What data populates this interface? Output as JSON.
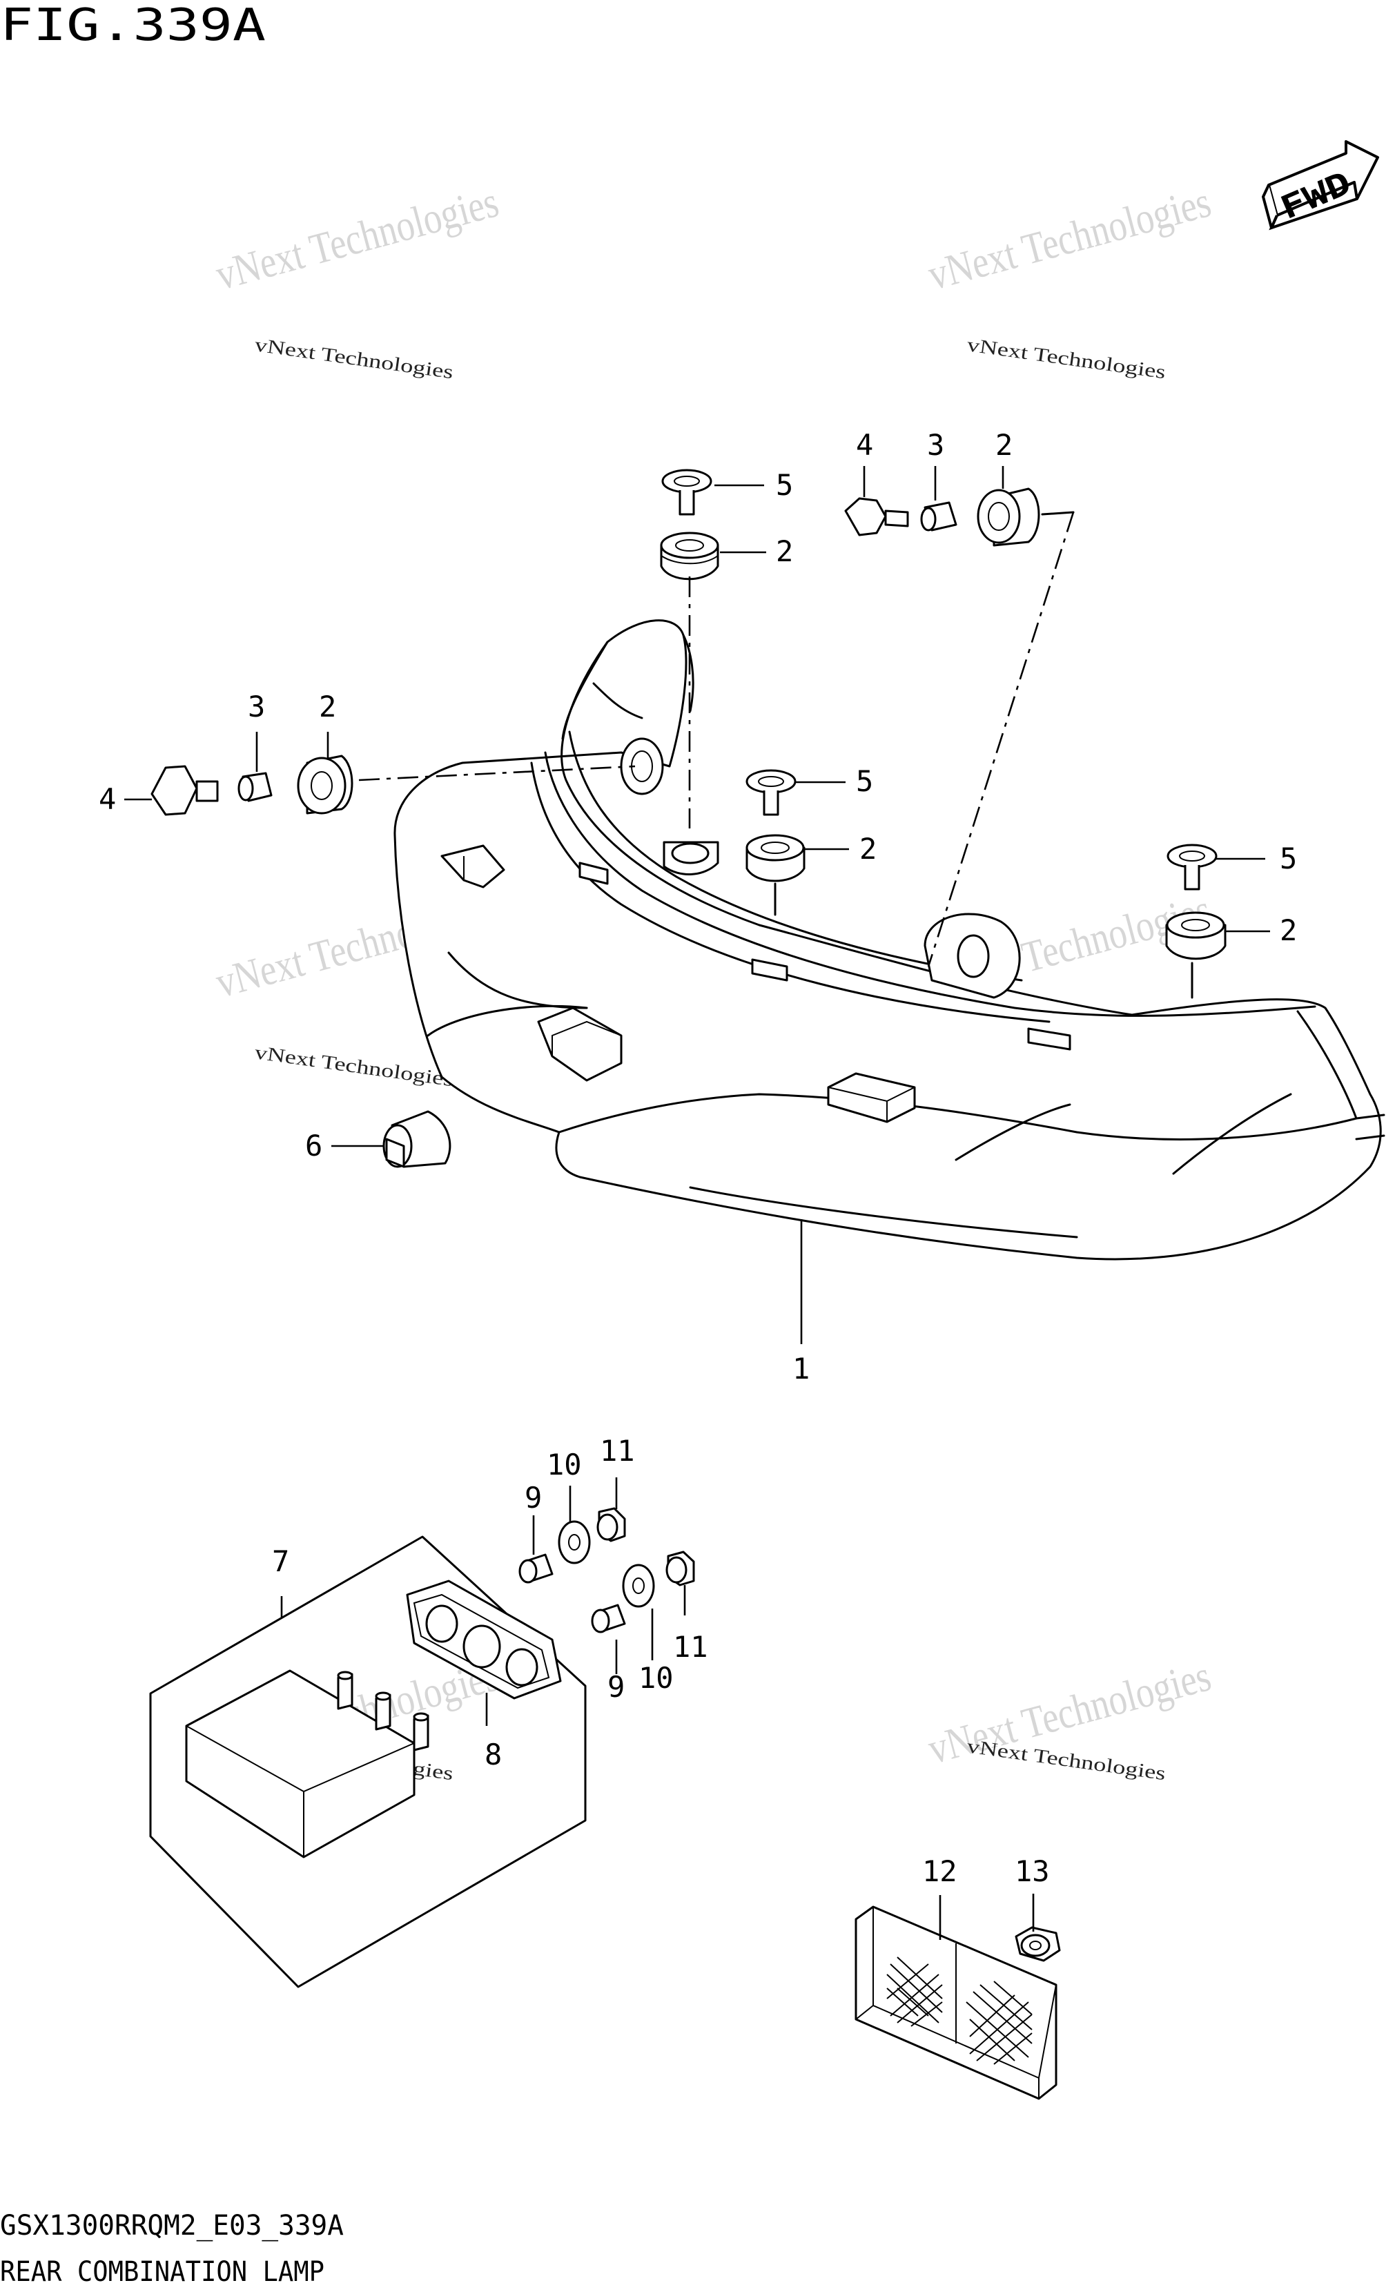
{
  "figure": {
    "title": "FIG.339A",
    "model_code": "GSX1300RRQM2_E03_339A",
    "caption": "REAR COMBINATION LAMP",
    "direction_badge": "FWD"
  },
  "watermarks": [
    "vNext Technologies",
    "vNext Technologies",
    "vNext Technologies",
    "vNext Technologies",
    "vNext Technologies",
    "vNext Technologies"
  ],
  "callouts": [
    "1",
    "2",
    "2",
    "2",
    "2",
    "2",
    "3",
    "3",
    "4",
    "4",
    "5",
    "5",
    "5",
    "6",
    "7",
    "8",
    "9",
    "9",
    "10",
    "10",
    "11",
    "11",
    "12",
    "13"
  ],
  "icons": {
    "direction": "fwd-arrow-icon"
  }
}
